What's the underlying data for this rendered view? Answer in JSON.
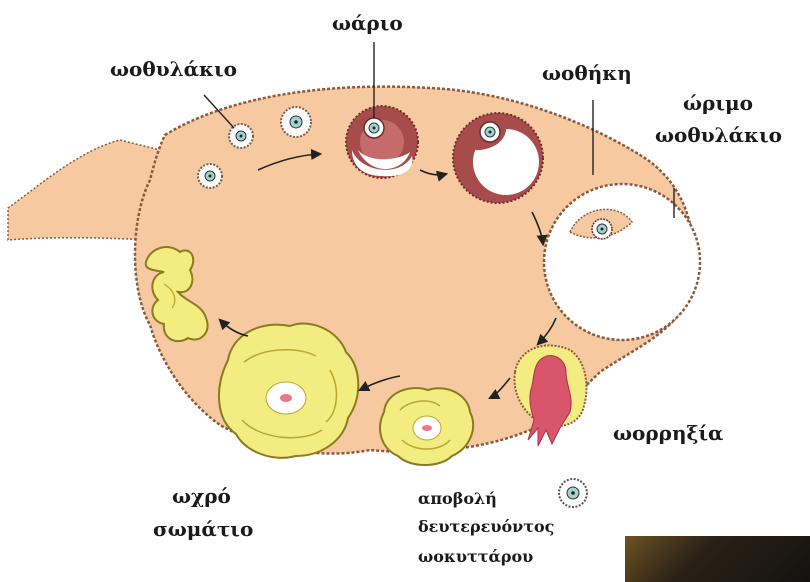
{
  "labels": {
    "follicle": "ωοθυλάκιο",
    "ovum": "ωάριο",
    "theca": "ωοθήκη",
    "mature_follicle_1": "ώριμο",
    "mature_follicle_2": "ωοθυλάκιο",
    "ovulation": "ωορρηξία",
    "corpus_1": "ωχρό",
    "corpus_2": "σωμάτιο",
    "release_1": "αποβολή",
    "release_2": "δευτερευόντος",
    "release_3": "ωοκυττάρου"
  },
  "colors": {
    "ovary_fill": "#f7c9a1",
    "ovary_edge": "#8a5a3c",
    "follicle_ring": "#a84b4b",
    "corpus_yellow": "#f3ec80",
    "bleed": "#d9566a"
  }
}
